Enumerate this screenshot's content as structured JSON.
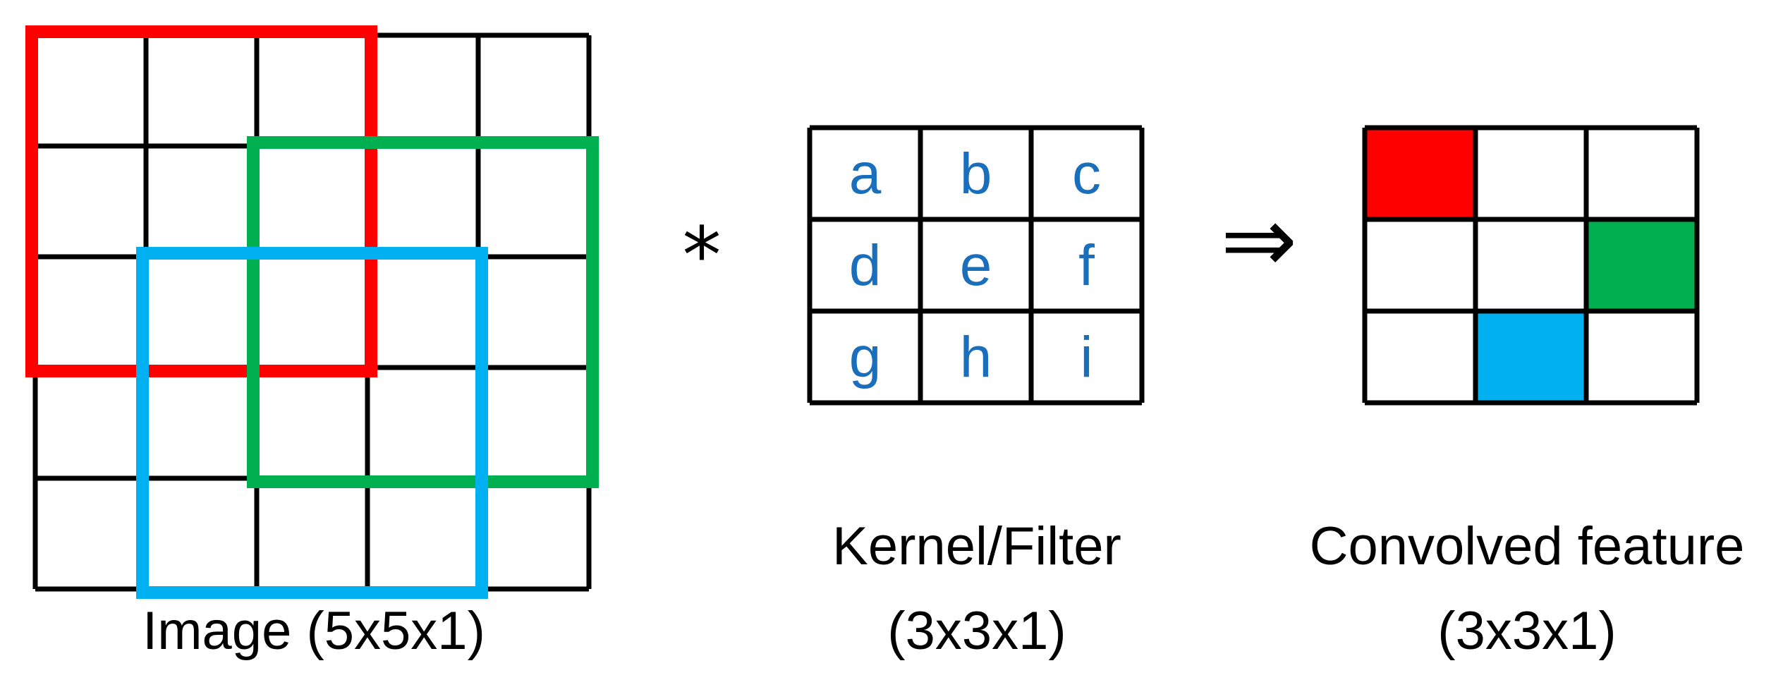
{
  "image_grid": {
    "rows": 5,
    "cols": 5,
    "caption": "Image (5x5x1)",
    "windows": [
      {
        "name": "red",
        "color": "#ff0000",
        "row": 0,
        "col": 0,
        "size": 3
      },
      {
        "name": "green",
        "color": "#00b050",
        "row": 1,
        "col": 2,
        "size": 3
      },
      {
        "name": "blue",
        "color": "#00b0f0",
        "row": 2,
        "col": 1,
        "size": 3
      }
    ]
  },
  "operators": {
    "convolution": "*",
    "implies": "⇒"
  },
  "kernel": {
    "letters": [
      [
        "a",
        "b",
        "c"
      ],
      [
        "d",
        "e",
        "f"
      ],
      [
        "g",
        "h",
        "i"
      ]
    ],
    "letter_color": "#1a6fbd",
    "caption_line1": "Kernel/Filter",
    "caption_line2": "(3x3x1)"
  },
  "feature": {
    "rows": 3,
    "cols": 3,
    "caption_line1": "Convolved feature",
    "caption_line2": "(3x3x1)",
    "filled_cells": [
      {
        "name": "red",
        "color": "#ff0000",
        "row": 0,
        "col": 0
      },
      {
        "name": "green",
        "color": "#00b050",
        "row": 1,
        "col": 2
      },
      {
        "name": "blue",
        "color": "#00b0f0",
        "row": 2,
        "col": 1
      }
    ]
  }
}
